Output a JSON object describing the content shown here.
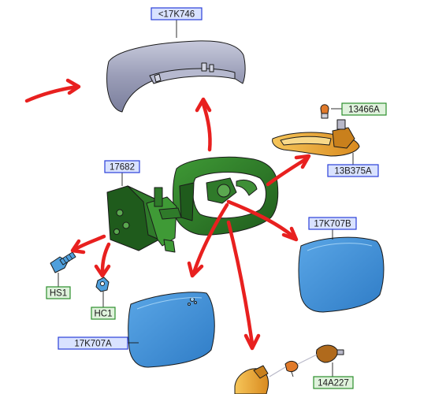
{
  "colors": {
    "callout_blue_bg": "#d9e2ff",
    "callout_blue_border": "#2b3fd8",
    "callout_green_bg": "#dff2dc",
    "callout_green_border": "#2c8f2c",
    "housing_green": "#2f7a2a",
    "cover_grey": "#8f93ad",
    "glass_blue": "#3f8fd6",
    "lamp_orange": "#e9a437",
    "arrow_red": "#e8201f"
  },
  "callouts": {
    "cover": "<17K746",
    "bracket": "17682",
    "bulb": "13466A",
    "repeater_lamp": "13B375A",
    "glass_right": "17K707B",
    "screw": "HS1",
    "nut": "HC1",
    "glass_left": "17K707A",
    "motor": "14A227"
  }
}
